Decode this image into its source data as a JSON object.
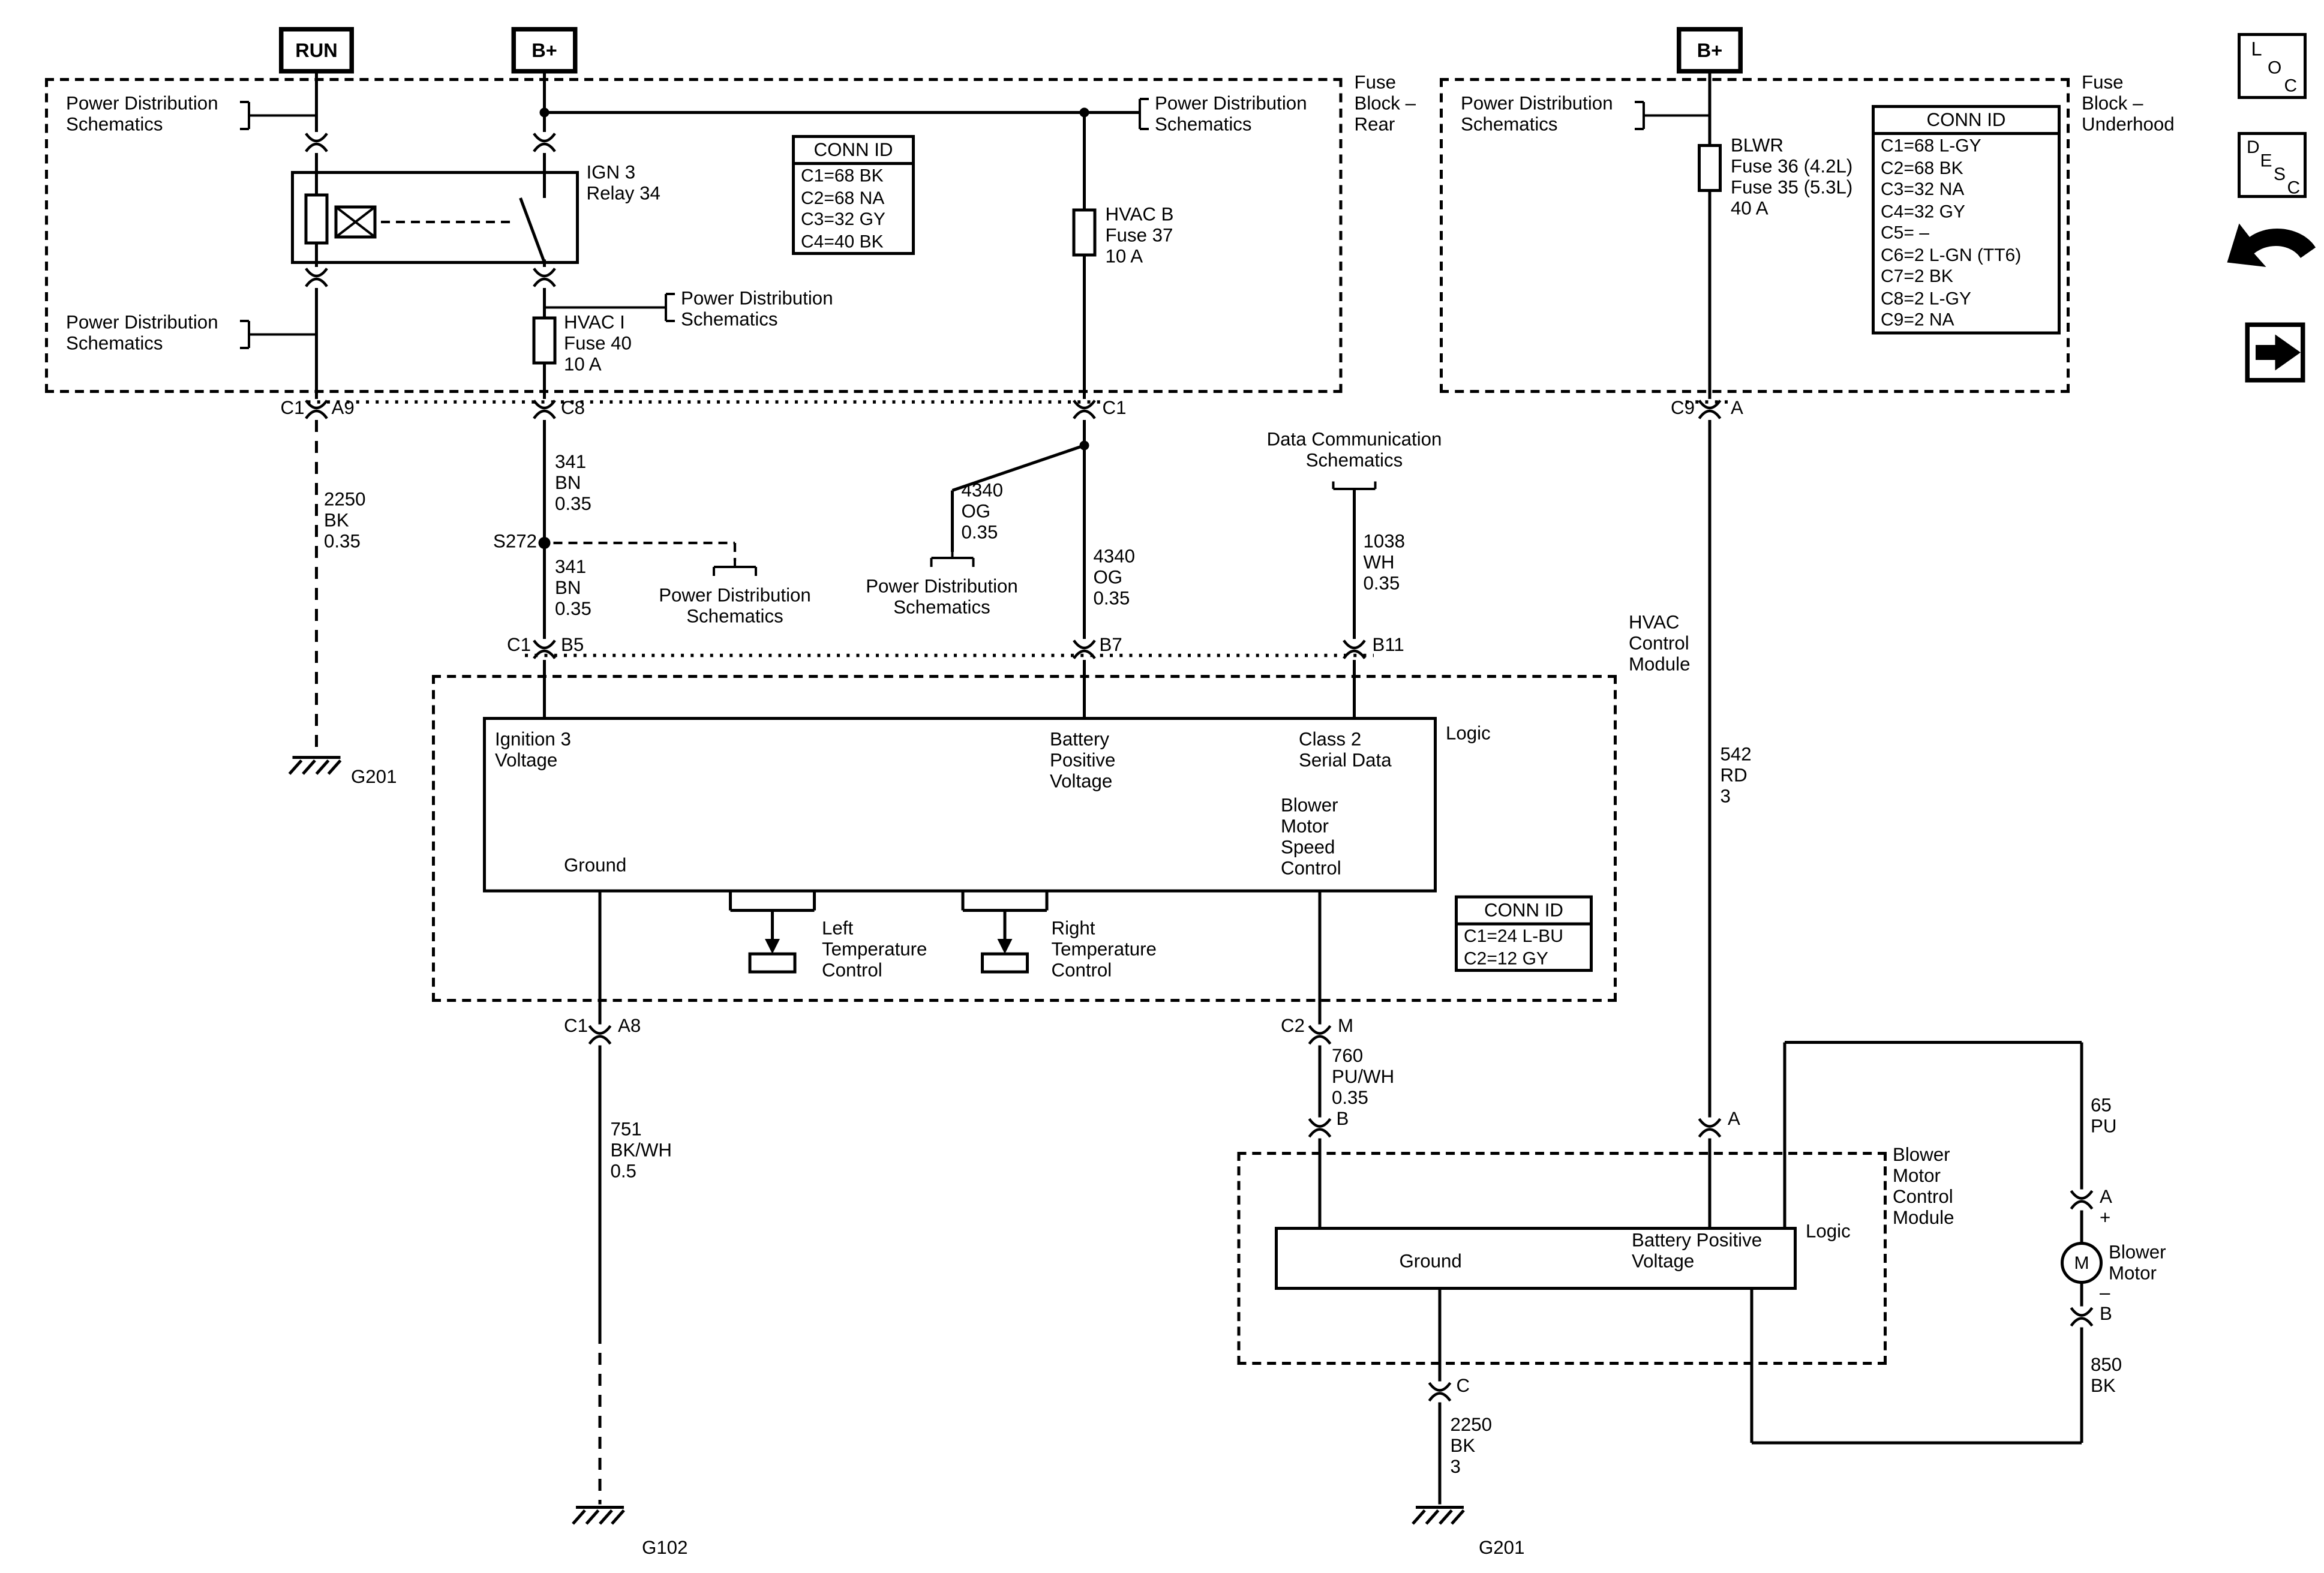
{
  "colors": {
    "line": "#000000",
    "background": "#ffffff"
  },
  "terminals": {
    "run": "RUN",
    "b_plus": "B+"
  },
  "labels": {
    "pds": "Power Distribution\nSchematics",
    "fuse_block_rear": "Fuse\nBlock –\nRear",
    "fuse_block_underhood": "Fuse\nBlock –\nUnderhood",
    "ign3_relay": "IGN 3\nRelay 34",
    "fuse37": "HVAC B\nFuse 37\n10 A",
    "fuse40": "HVAC I\nFuse 40\n10 A",
    "blwr_fuse": "BLWR\nFuse 36 (4.2L)\nFuse 35 (5.3L)\n40 A",
    "data_comm": "Data Communication\nSchematics",
    "hvac_module": "HVAC\nControl\nModule",
    "blower_module": "Blower\nMotor\nControl\nModule",
    "logic": "Logic",
    "blower_motor": "Blower\nMotor"
  },
  "conn_id": {
    "title": "CONN ID",
    "rear_rows": [
      "C1=68 BK",
      "C2=68 NA",
      "C3=32 GY",
      "C4=40 BK"
    ],
    "underhood_rows": [
      "C1=68 L-GY",
      "C2=68 BK",
      "C3=32 NA",
      "C4=32 GY",
      "C5= –",
      "C6=2 L-GN (TT6)",
      "C7=2 BK",
      "C8=2 L-GY",
      "C9=2 NA"
    ],
    "hvac_rows": [
      "C1=24 L-BU",
      "C2=12 GY"
    ]
  },
  "wires": {
    "w2250_bk_035": "2250\nBK\n0.35",
    "w341_bn_a": "341\nBN\n0.35",
    "w341_bn_b": "341\nBN\n0.35",
    "w4340_og_a": "4340\nOG\n0.35",
    "w4340_og_b": "4340\nOG\n0.35",
    "w1038_wh": "1038\nWH\n0.35",
    "w542_rd": "542\nRD\n3",
    "w751_bkwh": "751\nBK/WH\n0.5",
    "w760_puwh": "760\nPU/WH\n0.35",
    "w65_pu": "65\nPU",
    "w850_bk": "850\nBK",
    "w2250_bk_3": "2250\nBK\n3"
  },
  "pins": {
    "top_c1": "C1",
    "a9": "A9",
    "c8": "C8",
    "top_c1b": "C1",
    "c9": "C9",
    "c9_a": "A",
    "mid_c1": "C1",
    "b5": "B5",
    "b7": "B7",
    "b11": "B11",
    "out_c1": "C1",
    "a8": "A8",
    "c2": "C2",
    "m": "M",
    "b": "B",
    "blower_a": "A",
    "blower_c": "C"
  },
  "module_pins": {
    "ignition3": "Ignition 3\nVoltage",
    "batt_pos": "Battery\nPositive\nVoltage",
    "class2": "Class 2\nSerial Data",
    "blower_speed": "Blower\nMotor\nSpeed\nControl",
    "ground": "Ground",
    "left_temp": "Left\nTemperature\nControl",
    "right_temp": "Right\nTemperature\nControl",
    "bm_ground": "Ground",
    "bm_batt": "Battery Positive\nVoltage"
  },
  "motor": {
    "m": "M",
    "a": "A",
    "plus": "+",
    "minus": "–",
    "b": "B"
  },
  "grounds": {
    "g201_left": "G201",
    "g102": "G102",
    "g201_right": "G201"
  },
  "splice": "S272",
  "icons": {
    "loc": [
      "L",
      "O",
      "C"
    ],
    "desc": [
      "D",
      "E",
      "S",
      "C"
    ]
  }
}
